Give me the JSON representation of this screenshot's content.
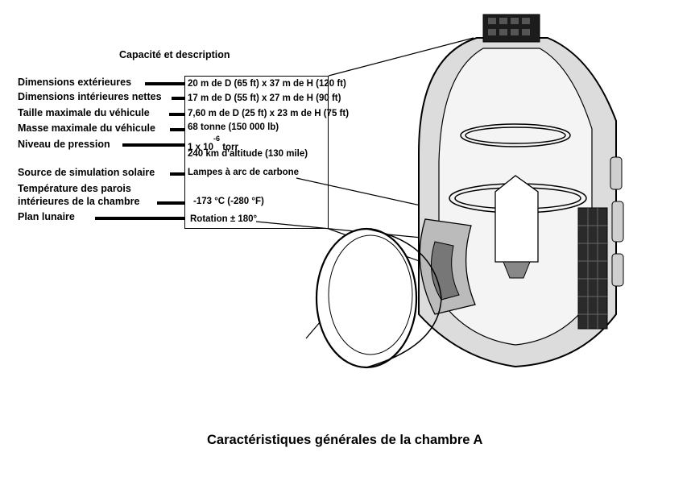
{
  "heading": "Capacité et description",
  "rows": [
    {
      "label": "Dimensions extérieures",
      "value": "20 m de D (65 ft) x 37 m de H (120 ft)"
    },
    {
      "label": "Dimensions intérieures nettes",
      "value": "17 m de D (55 ft) x 27 m de H (90 ft)"
    },
    {
      "label": "Taille maximale du véhicule",
      "value": "7,60 m  de D (25 ft) x 23 m de H (75 ft)"
    },
    {
      "label": "Masse maximale du véhicule",
      "value": "68 tonne (150 000 lb)"
    },
    {
      "label": "Niveau de pression",
      "value_base": "1 x 10",
      "value_exp": "-6",
      "value_unit": "torr",
      "value_line2": "240 km d'altitude (130 mile)"
    },
    {
      "label": "Source de simulation solaire",
      "value": "Lampes à arc de carbone"
    },
    {
      "label_line1": "Température des parois",
      "label_line2": "intérieures de la chambre",
      "value": "-173 °C (-280 °F)"
    },
    {
      "label": "Plan lunaire",
      "value": "Rotation ± 180°"
    }
  ],
  "caption": "Caractéristiques générales de la chambre A"
}
